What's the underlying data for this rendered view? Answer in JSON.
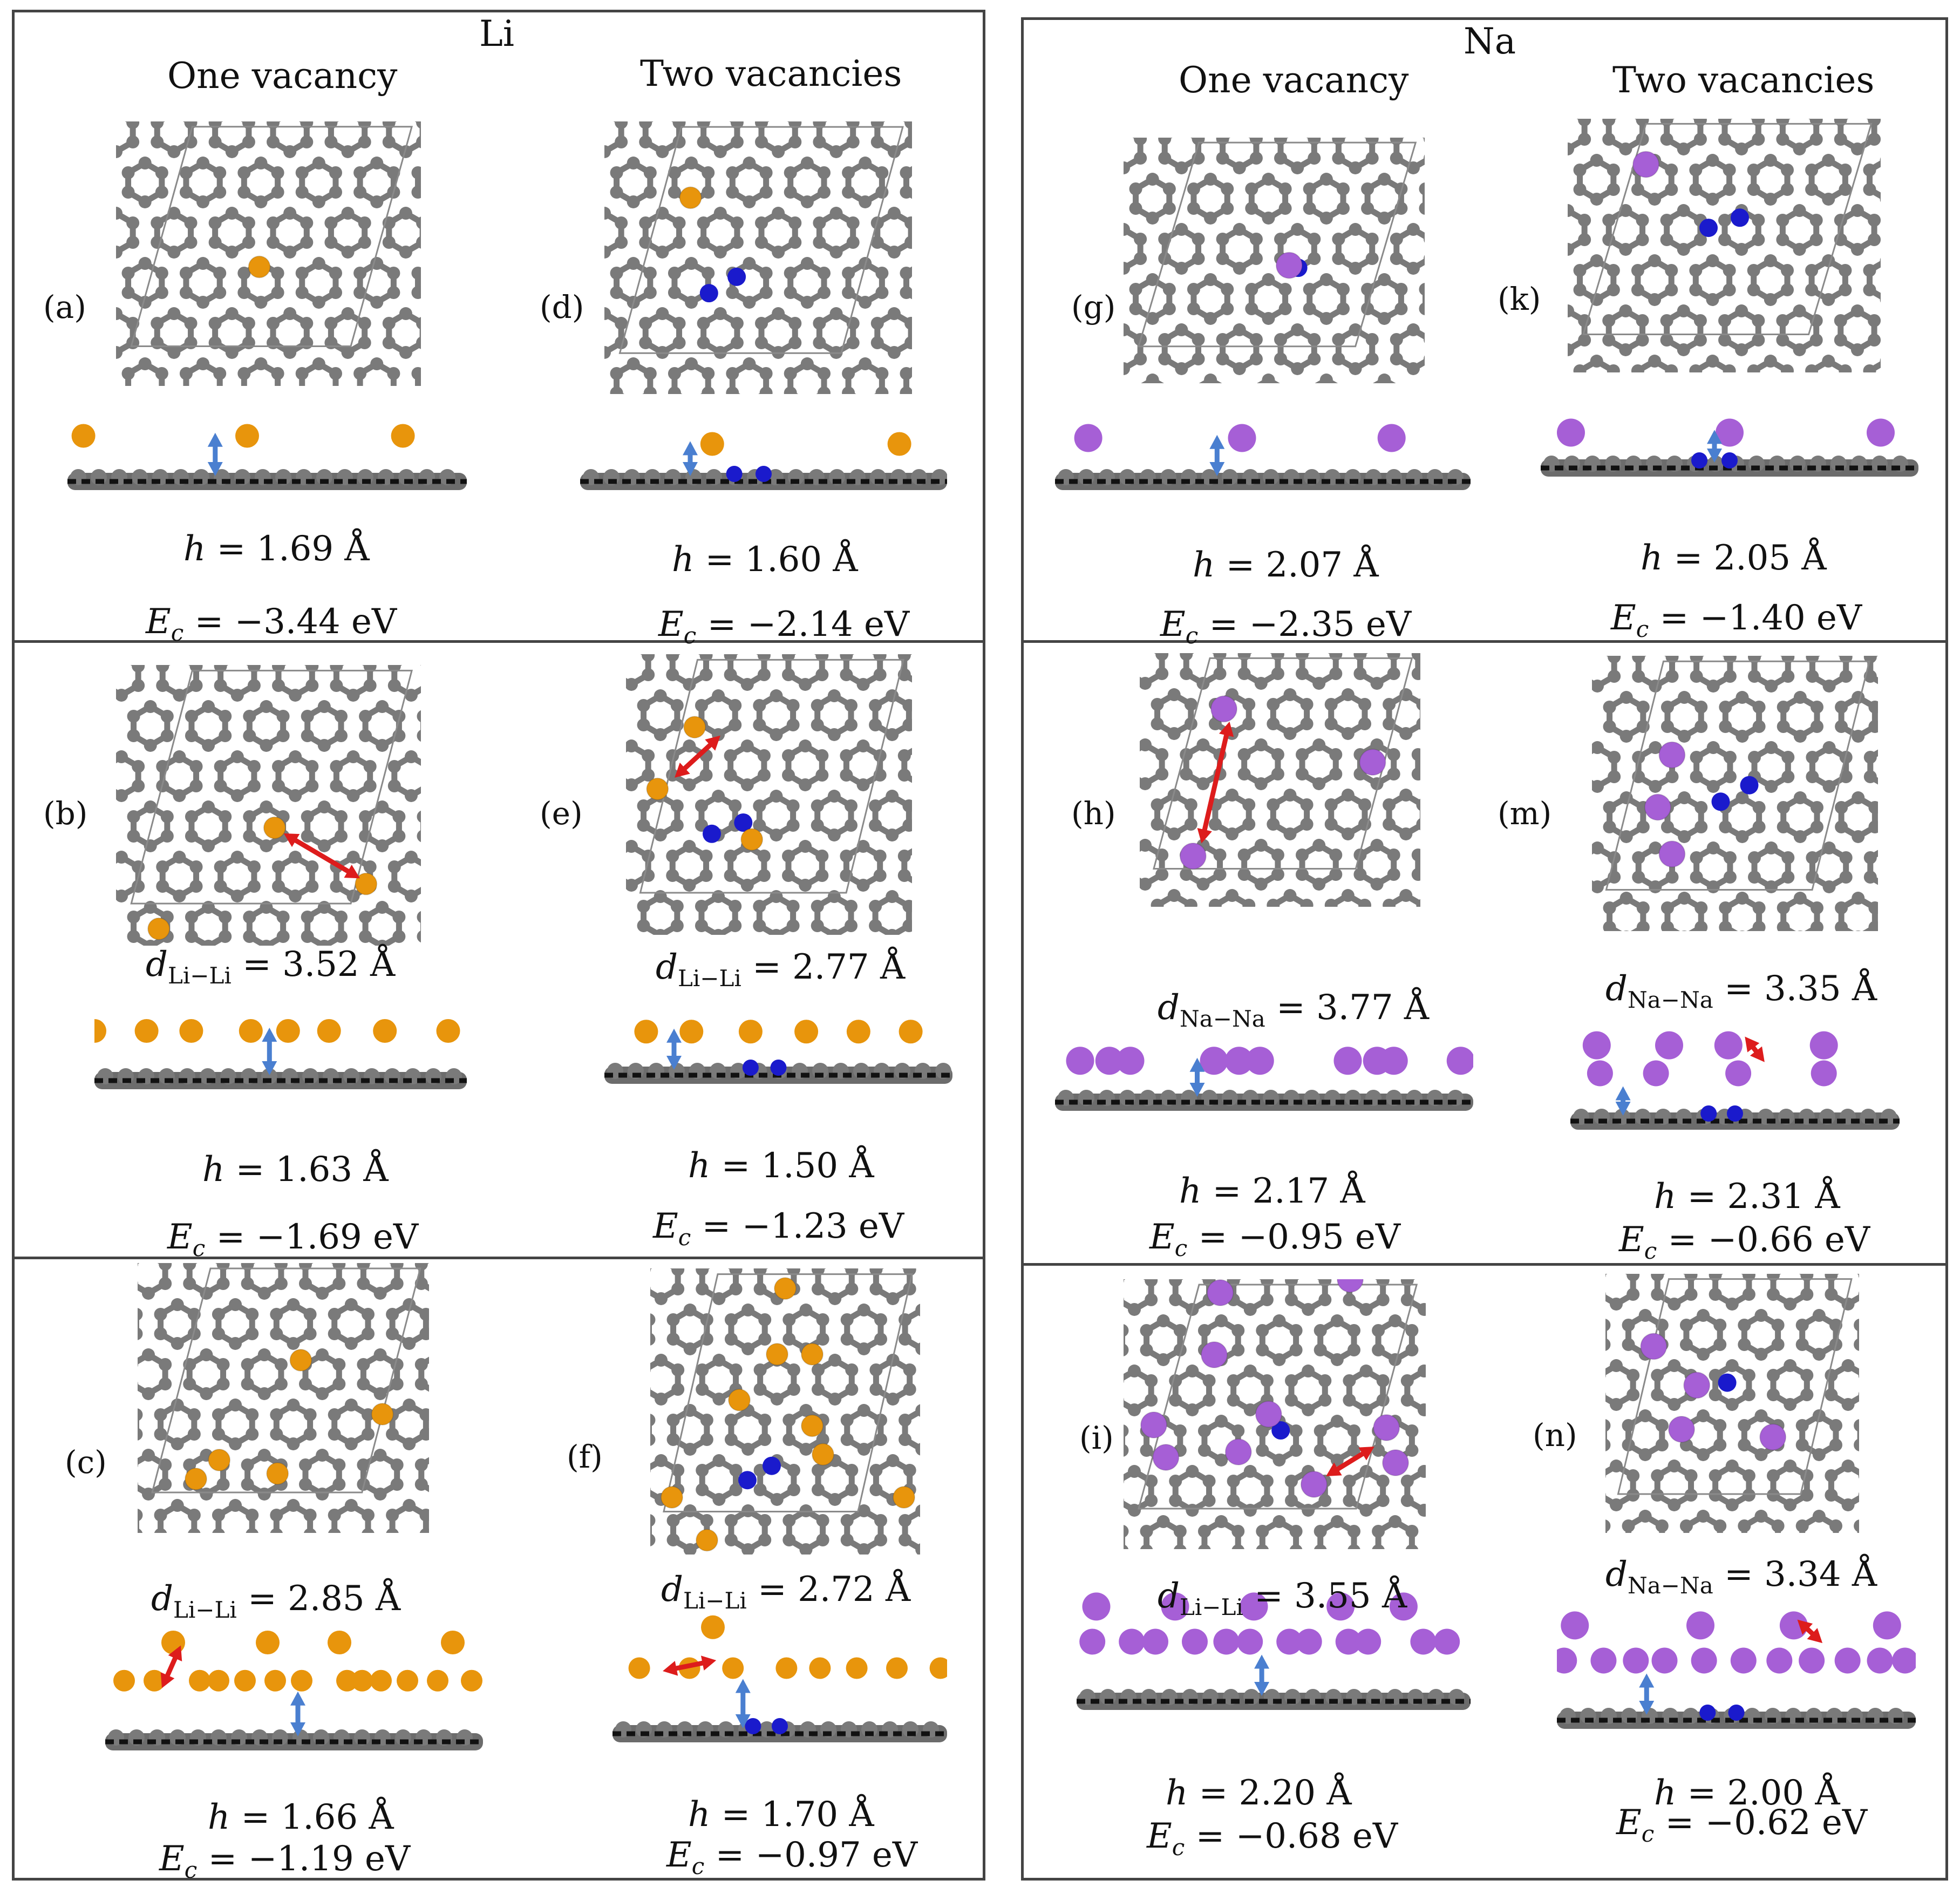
{
  "groups": [
    {
      "title": "Li",
      "col_headers": [
        "One vacancy",
        "Two vacancies"
      ]
    },
    {
      "title": "Na",
      "col_headers": [
        "One vacancy",
        "Two vacancies"
      ]
    }
  ],
  "panels": [
    {
      "label": "(a)",
      "h": "1.69 Å",
      "Ec": "−3.44 eV",
      "d_sub": "",
      "d": "",
      "adatom": "Li",
      "defect": false
    },
    {
      "label": "(b)",
      "h": "1.63 Å",
      "Ec": "−1.69 eV",
      "d_sub": "Li−Li",
      "d": "3.52 Å",
      "adatom": "Li",
      "defect": false
    },
    {
      "label": "(c)",
      "h": "1.66 Å",
      "Ec": "−1.19 eV",
      "d_sub": "Li−Li",
      "d": "2.85 Å",
      "adatom": "Li",
      "defect": false
    },
    {
      "label": "(d)",
      "h": "1.60 Å",
      "Ec": "−2.14 eV",
      "d_sub": "",
      "d": "",
      "adatom": "Li",
      "defect": true
    },
    {
      "label": "(e)",
      "h": "1.50 Å",
      "Ec": "−1.23 eV",
      "d_sub": "Li−Li",
      "d": "2.77 Å",
      "adatom": "Li",
      "defect": true
    },
    {
      "label": "(f)",
      "h": "1.70 Å",
      "Ec": "−0.97 eV",
      "d_sub": "Li−Li",
      "d": "2.72 Å",
      "adatom": "Li",
      "defect": true
    },
    {
      "label": "(g)",
      "h": "2.07 Å",
      "Ec": "−2.35 eV",
      "d_sub": "",
      "d": "",
      "adatom": "Na",
      "defect": false
    },
    {
      "label": "(h)",
      "h": "2.17 Å",
      "Ec": "−0.95 eV",
      "d_sub": "Na−Na",
      "d": "3.77 Å",
      "adatom": "Na",
      "defect": false
    },
    {
      "label": "(i)",
      "h": "2.20 Å",
      "Ec": "−0.68 eV",
      "d_sub": "Li−Li",
      "d": "3.55 Å",
      "adatom": "Na",
      "defect": false
    },
    {
      "label": "(k)",
      "h": "2.05 Å",
      "Ec": "−1.40 eV",
      "d_sub": "",
      "d": "",
      "adatom": "Na",
      "defect": true
    },
    {
      "label": "(m)",
      "h": "2.31 Å",
      "Ec": "−0.66 eV",
      "d_sub": "Na−Na",
      "d": "3.35 Å",
      "adatom": "Na",
      "defect": true
    },
    {
      "label": "(n)",
      "h": "2.00 Å",
      "Ec": "−0.62 eV",
      "d_sub": "Na−Na",
      "d": "3.34 Å",
      "adatom": "Na",
      "defect": true
    }
  ],
  "symbols": {
    "h": "h",
    "E": "E",
    "E_sub": "c",
    "d": "d",
    "eq": " = "
  },
  "colors": {
    "carbon": "#7a7a7a",
    "carbon_edge": "#5a5a5a",
    "li": "#e8950c",
    "na": "#a65fd6",
    "vacancy_n": "#1a1acc",
    "height_arrow": "#4a7fd0",
    "distance_arrow": "#dd1c1c",
    "frame": "#444444"
  }
}
